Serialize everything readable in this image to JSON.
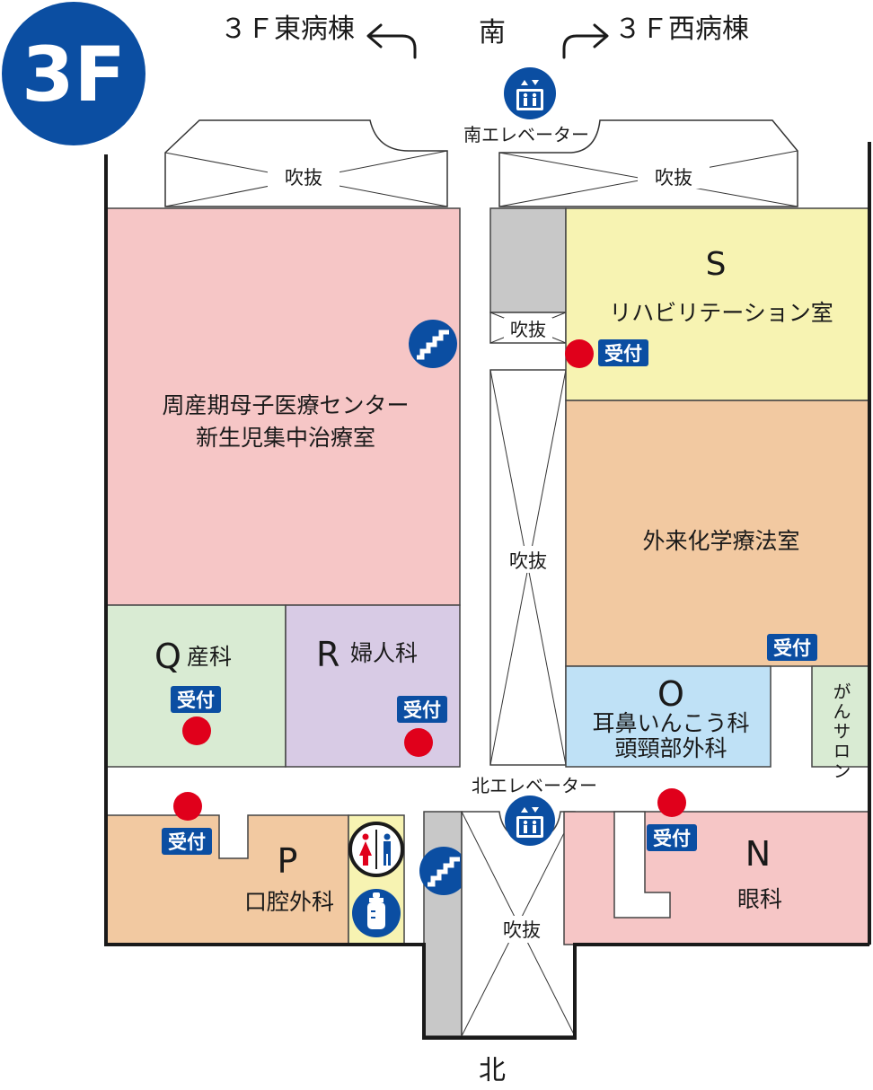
{
  "floor": {
    "label": "3F"
  },
  "orientation": {
    "south": "南",
    "north": "北",
    "east_ward": "３Ｆ東病棟",
    "west_ward": "３Ｆ西病棟"
  },
  "elevators": {
    "south": "南エレベーター",
    "north": "北エレベーター"
  },
  "atrium": {
    "label": "吹抜"
  },
  "rooms": {
    "perinatal": {
      "line1": "周産期母子医療センター",
      "line2": "新生児集中治療室"
    },
    "s": {
      "letter": "S",
      "name": "リハビリテーション室"
    },
    "chemo": {
      "name": "外来化学療法室"
    },
    "q": {
      "letter": "Q",
      "name": "産科"
    },
    "r": {
      "letter": "R",
      "name": "婦人科"
    },
    "o": {
      "letter": "O",
      "line1": "耳鼻いんこう科",
      "line2": "頭頸部外科"
    },
    "salon": {
      "name": "がんサロン"
    },
    "p": {
      "letter": "P",
      "name": "口腔外科"
    },
    "n": {
      "letter": "N",
      "name": "眼科"
    }
  },
  "reception": {
    "label": "受付"
  },
  "colors": {
    "brand_blue": "#0b4ea2",
    "reception_dot": "#e0001b",
    "perinatal": "#f6c6c6",
    "rehab": "#f7f3b2",
    "chemo": "#f2c9a1",
    "obstetrics": "#d9ebd3",
    "gynecology": "#d8cbe5",
    "ent": "#bfe1f6",
    "salon": "#d9ebd3",
    "oral": "#f2c9a1",
    "ophthalmology": "#f6c6c6",
    "restroom": "#f7f3b2",
    "shaft": "#c8c8c8"
  },
  "icons": [
    "stairs-icon",
    "elevator-icon",
    "restroom-icon",
    "nursing-bottle-icon",
    "arrow-left-icon",
    "arrow-right-icon"
  ]
}
